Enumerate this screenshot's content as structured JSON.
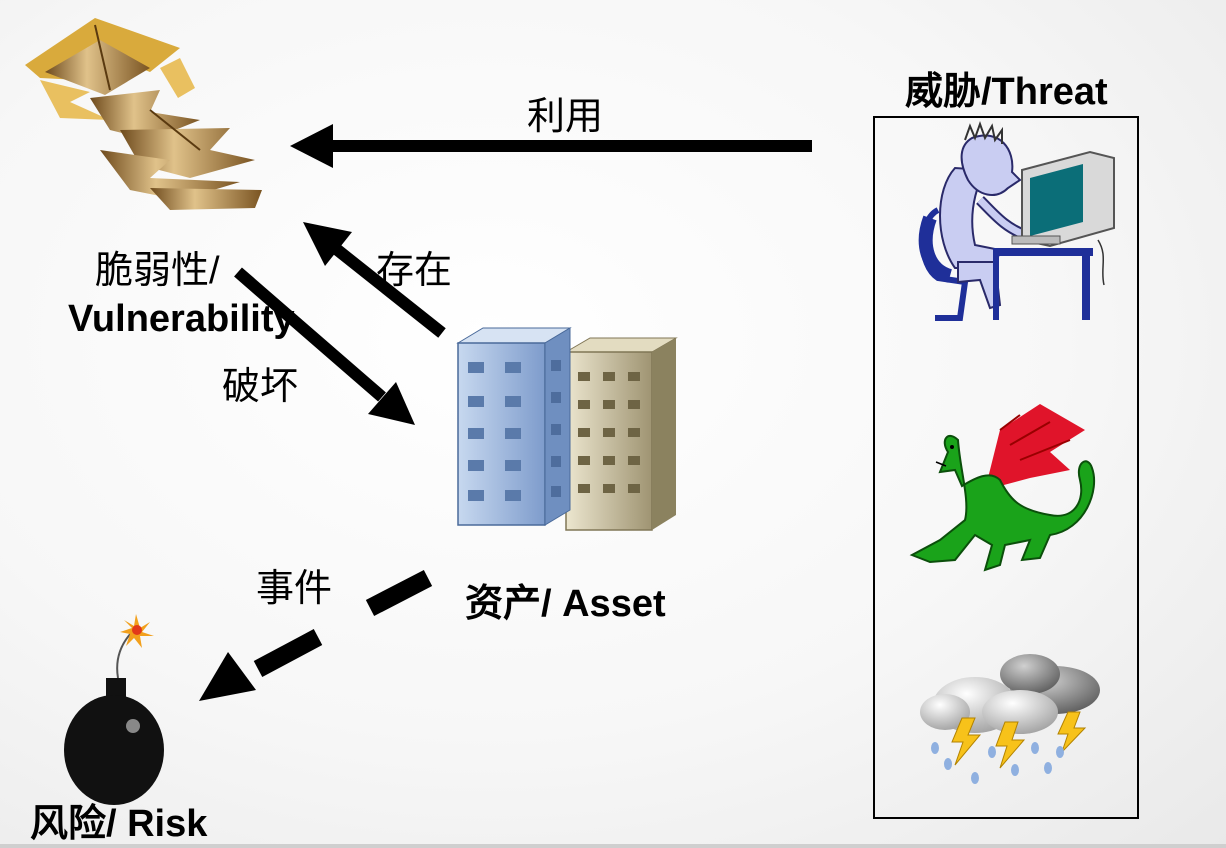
{
  "labels": {
    "threat": "威胁/Threat",
    "exploit": "利用",
    "vulnerability_cn": "脆弱性/",
    "vulnerability_en": "Vulnerability",
    "exists": "存在",
    "damage": "破坏",
    "asset": "资产/ Asset",
    "incident": "事件",
    "risk": "风险/ Risk"
  },
  "icons": {
    "vulnerability": "cracked-wall-icon",
    "asset": "office-buildings-icon",
    "risk": "bomb-icon",
    "threat_hacker": "hacker-at-computer-icon",
    "threat_dragon": "dragon-icon",
    "threat_storm": "storm-cloud-icon"
  },
  "colors": {
    "arrow": "#000000",
    "dragon": "#1aa31a",
    "dragon_wing": "#e0142a",
    "building_blue": "#9db8dc",
    "building_tan": "#c8c0a0",
    "crack": "#b88a4a"
  }
}
